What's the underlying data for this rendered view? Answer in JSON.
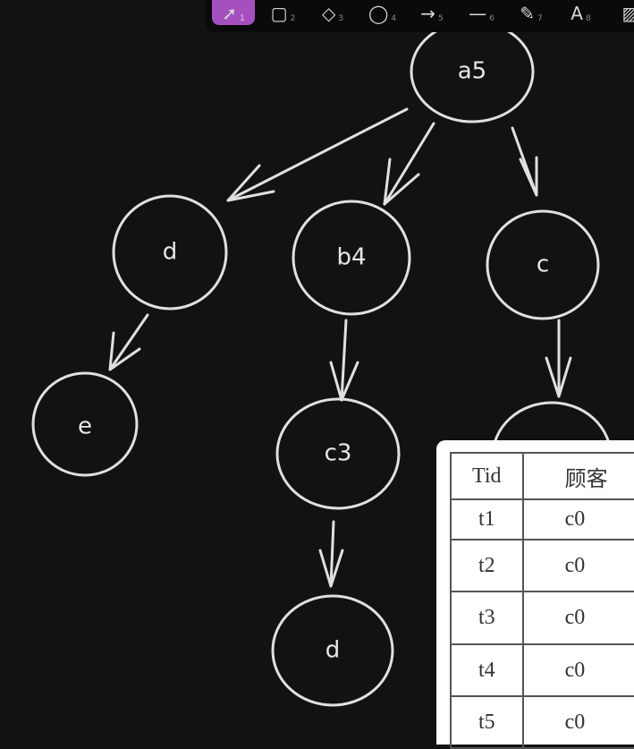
{
  "toolbar": {
    "tools": [
      {
        "name": "selection",
        "icon": "cursor-icon",
        "glyph": "➚",
        "key": "1",
        "selected": true
      },
      {
        "name": "rectangle",
        "icon": "rectangle-icon",
        "glyph": "▢",
        "key": "2"
      },
      {
        "name": "diamond",
        "icon": "diamond-icon",
        "glyph": "◇",
        "key": "3"
      },
      {
        "name": "ellipse",
        "icon": "ellipse-icon",
        "glyph": "◯",
        "key": "4"
      },
      {
        "name": "arrow",
        "icon": "arrow-icon",
        "glyph": "→",
        "key": "5"
      },
      {
        "name": "line",
        "icon": "line-icon",
        "glyph": "—",
        "key": "6"
      },
      {
        "name": "draw",
        "icon": "pencil-icon",
        "glyph": "✎",
        "key": "7"
      },
      {
        "name": "text",
        "icon": "text-icon",
        "glyph": "A",
        "key": "8"
      },
      {
        "name": "image",
        "icon": "image-icon",
        "glyph": "▨",
        "key": ""
      }
    ],
    "accent": "#a451bf"
  },
  "tree": {
    "nodes": {
      "a5": "a5",
      "d1": "d",
      "b4": "b4",
      "c1": "c",
      "e": "e",
      "c3": "c3",
      "d2": "d",
      "c2": ""
    }
  },
  "image_table": {
    "headers": [
      "Tid",
      "顾客"
    ],
    "rows": [
      [
        "t1",
        "c0"
      ],
      [
        "t2",
        "c0"
      ],
      [
        "t3",
        "c0"
      ],
      [
        "t4",
        "c0"
      ],
      [
        "t5",
        "c0"
      ]
    ]
  }
}
